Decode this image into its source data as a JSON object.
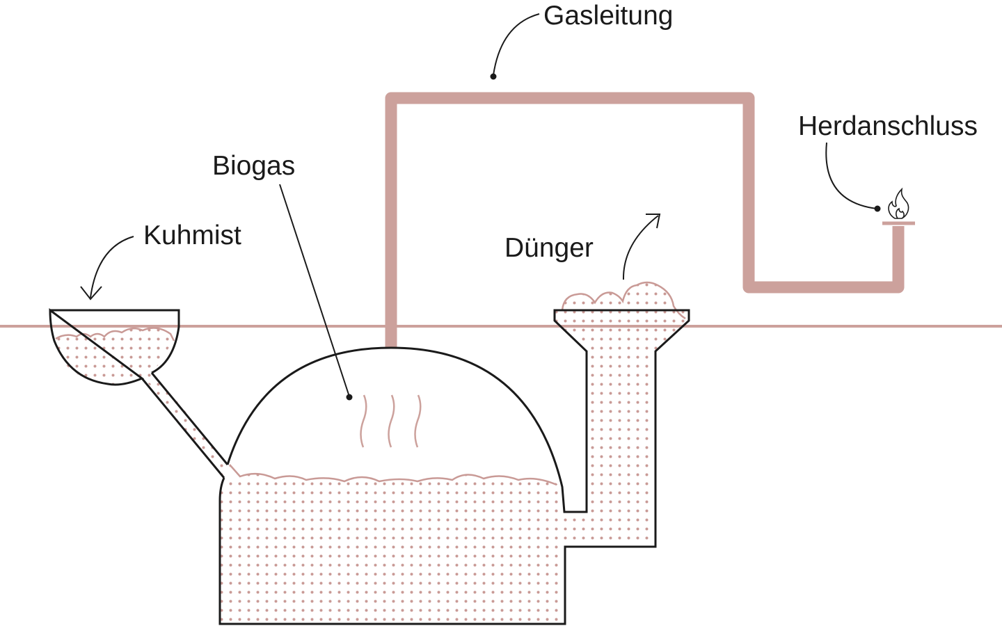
{
  "diagram": {
    "title": "Biogasanlage",
    "labels": {
      "gas_line": "Gasleitung",
      "stove_connection": "Herdanschluss",
      "biogas": "Biogas",
      "cow_manure": "Kuhmist",
      "fertilizer": "Dünger"
    },
    "colors": {
      "pipe": "#cca19c",
      "outline": "#1a1a1a",
      "slurry_dots": "#c99a96",
      "background": "#ffffff"
    },
    "icons": [
      "flame-icon",
      "arrow-icon"
    ]
  }
}
